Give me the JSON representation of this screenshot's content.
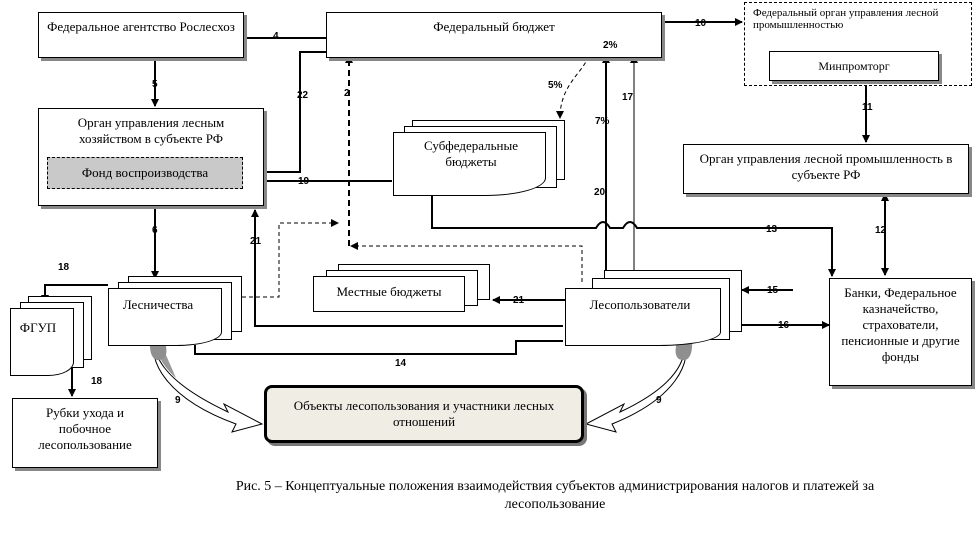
{
  "nodes": {
    "fed_agency": "Федеральное агентство Рослесхоз",
    "fed_budget": "Федеральный бюджет",
    "fed_industry_org": "Федеральный орган управления лесной промышленностью",
    "minpromtorg": "Минпромторг",
    "forest_org_region": "Орган управления лесным хозяйством в субъекте РФ",
    "reproduction_fund": "Фонд воспроизводства",
    "subfed_budgets": "Субфедеральные бюджеты",
    "industry_org_region": "Орган управления лесной промышленность в субъекте РФ",
    "local_budgets": "Местные бюджеты",
    "forestries": "Лесничества",
    "forest_users": "Лесопользователи",
    "fgup": "ФГУП",
    "thinning": "Рубки ухода и побочное лесопользование",
    "banks": "Банки, Федеральное казначейство, страхователи, пенсионные и другие фонды",
    "objects": "Объекты лесопользования и участники лесных отношений"
  },
  "labels": {
    "l2": "2",
    "l2pct": "2%",
    "l4": "4",
    "l5": "5",
    "l5pct": "5%",
    "l6": "6",
    "l7pct": "7%",
    "l9a": "9",
    "l9b": "9",
    "l10": "10",
    "l11": "11",
    "l12": "12",
    "l13": "13",
    "l14": "14",
    "l15": "15",
    "l16": "16",
    "l17": "17",
    "l18a": "18",
    "l18b": "18",
    "l19": "19",
    "l20": "20",
    "l21a": "21",
    "l21b": "21",
    "l22": "22"
  },
  "caption": "Рис. 5 – Концептуальные положения взаимодействия субъектов администрирования налогов и платежей за лесопользование"
}
